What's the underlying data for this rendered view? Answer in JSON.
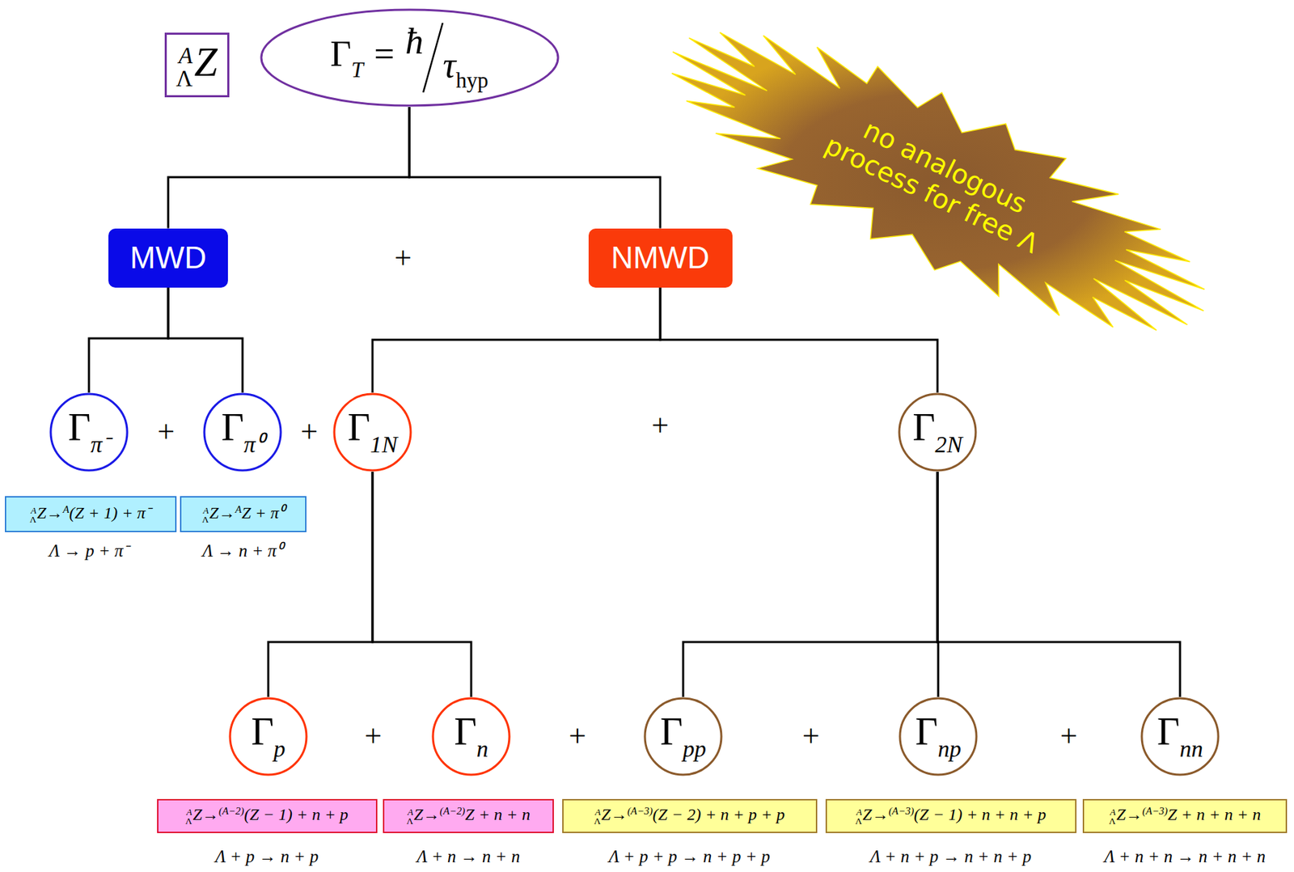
{
  "diagram": {
    "nodes": [
      {
        "text": [
          "A",
          "Λ",
          "Z"
        ]
      },
      {
        "text": [
          "Γ",
          "T",
          "=",
          "ħ",
          "τ",
          "hyp"
        ]
      },
      {
        "text": [
          "no analogous process for free Λ"
        ]
      },
      {
        "text": [
          "MWD"
        ]
      },
      {
        "text": [
          "NMWD"
        ]
      },
      {
        "text": [
          "Γ",
          "π⁻"
        ]
      },
      {
        "text": [
          "Γ",
          "π⁰"
        ]
      },
      {
        "text": [
          "Γ",
          "1N"
        ]
      },
      {
        "text": [
          "Γ",
          "2N"
        ]
      },
      {
        "text": [
          "A",
          "Λ",
          "Z→",
          "A",
          "(Z + 1) + π⁻"
        ]
      },
      {
        "text": [
          "A",
          "Λ",
          "Z→",
          "A",
          "Z + π⁰"
        ]
      },
      {
        "text": [
          "Γ",
          "p"
        ]
      },
      {
        "text": [
          "Γ",
          "n"
        ]
      },
      {
        "text": [
          "Γ",
          "pp"
        ]
      },
      {
        "text": [
          "Γ",
          "np"
        ]
      },
      {
        "text": [
          "Γ",
          "nn"
        ]
      },
      {
        "text": [
          "A",
          "Λ",
          "Z→",
          "(A−2)",
          "(Z − 1) + n + p"
        ]
      },
      {
        "text": [
          "A",
          "Λ",
          "Z→",
          "(A−2)",
          "Z + n + n"
        ]
      },
      {
        "text": [
          "A",
          "Λ",
          "Z→",
          "(A−3)",
          "(Z − 2) + n + p + p"
        ]
      },
      {
        "text": [
          "A",
          "Λ",
          "Z→",
          "(A−3)",
          "(Z − 1) + n + n + p"
        ]
      },
      {
        "text": [
          "A",
          "Λ",
          "Z→",
          "(A−3)",
          "Z + n + n + n"
        ]
      }
    ],
    "edges": [
      {
        "from": 1,
        "to": 3,
        "arrow": "none"
      },
      {
        "from": 1,
        "to": 4,
        "arrow": "none"
      },
      {
        "from": 3,
        "to": 5,
        "arrow": "none"
      },
      {
        "from": 3,
        "to": 6,
        "arrow": "none"
      },
      {
        "from": 4,
        "to": 7,
        "arrow": "none"
      },
      {
        "from": 4,
        "to": 8,
        "arrow": "none"
      },
      {
        "from": 7,
        "to": 11,
        "arrow": "none"
      },
      {
        "from": 7,
        "to": 12,
        "arrow": "none"
      },
      {
        "from": 8,
        "to": 13,
        "arrow": "none"
      },
      {
        "from": 8,
        "to": 14,
        "arrow": "none"
      },
      {
        "from": 8,
        "to": 15,
        "arrow": "none"
      }
    ],
    "labels": [
      "+",
      "+",
      "+",
      "+",
      "Λ → p + π⁻",
      "Λ → n + π⁰",
      "+",
      "+",
      "+",
      "+",
      "Λ + p → n + p",
      "Λ + n → n + n",
      "Λ + p + p → n + p + p",
      "Λ + n + p → n + n + p",
      "Λ + n + n → n + n + n"
    ]
  }
}
